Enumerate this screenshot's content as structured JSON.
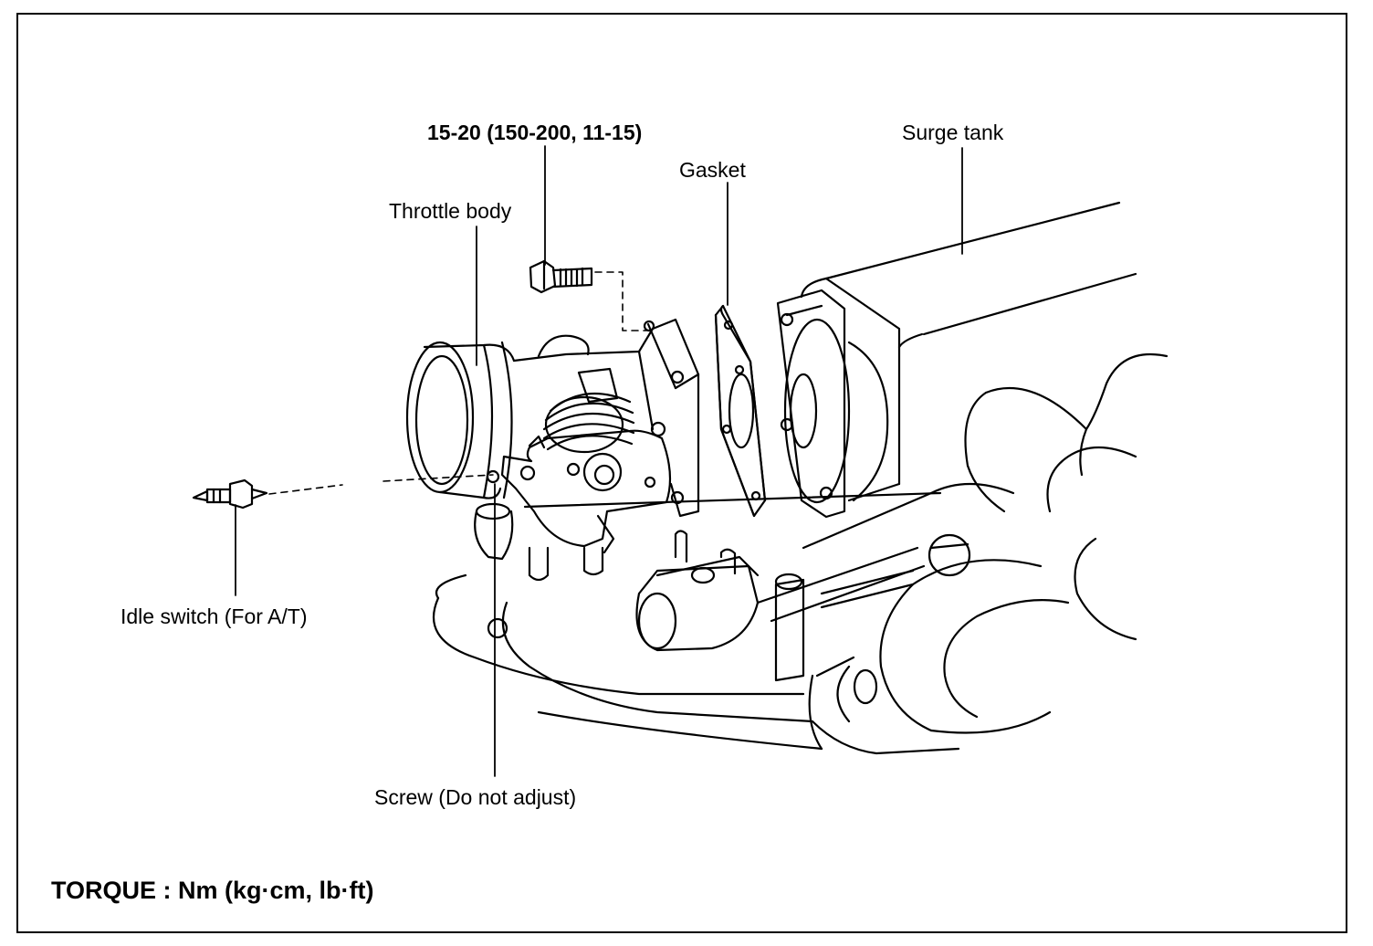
{
  "labels": {
    "torque_spec": "15-20 (150-200, 11-15)",
    "surge_tank": "Surge tank",
    "gasket": "Gasket",
    "throttle_body": "Throttle body",
    "idle_switch": "Idle switch (For A/T)",
    "screw": "Screw (Do not adjust)",
    "torque_unit": "TORQUE : Nm (kg·cm, lb·ft)"
  }
}
